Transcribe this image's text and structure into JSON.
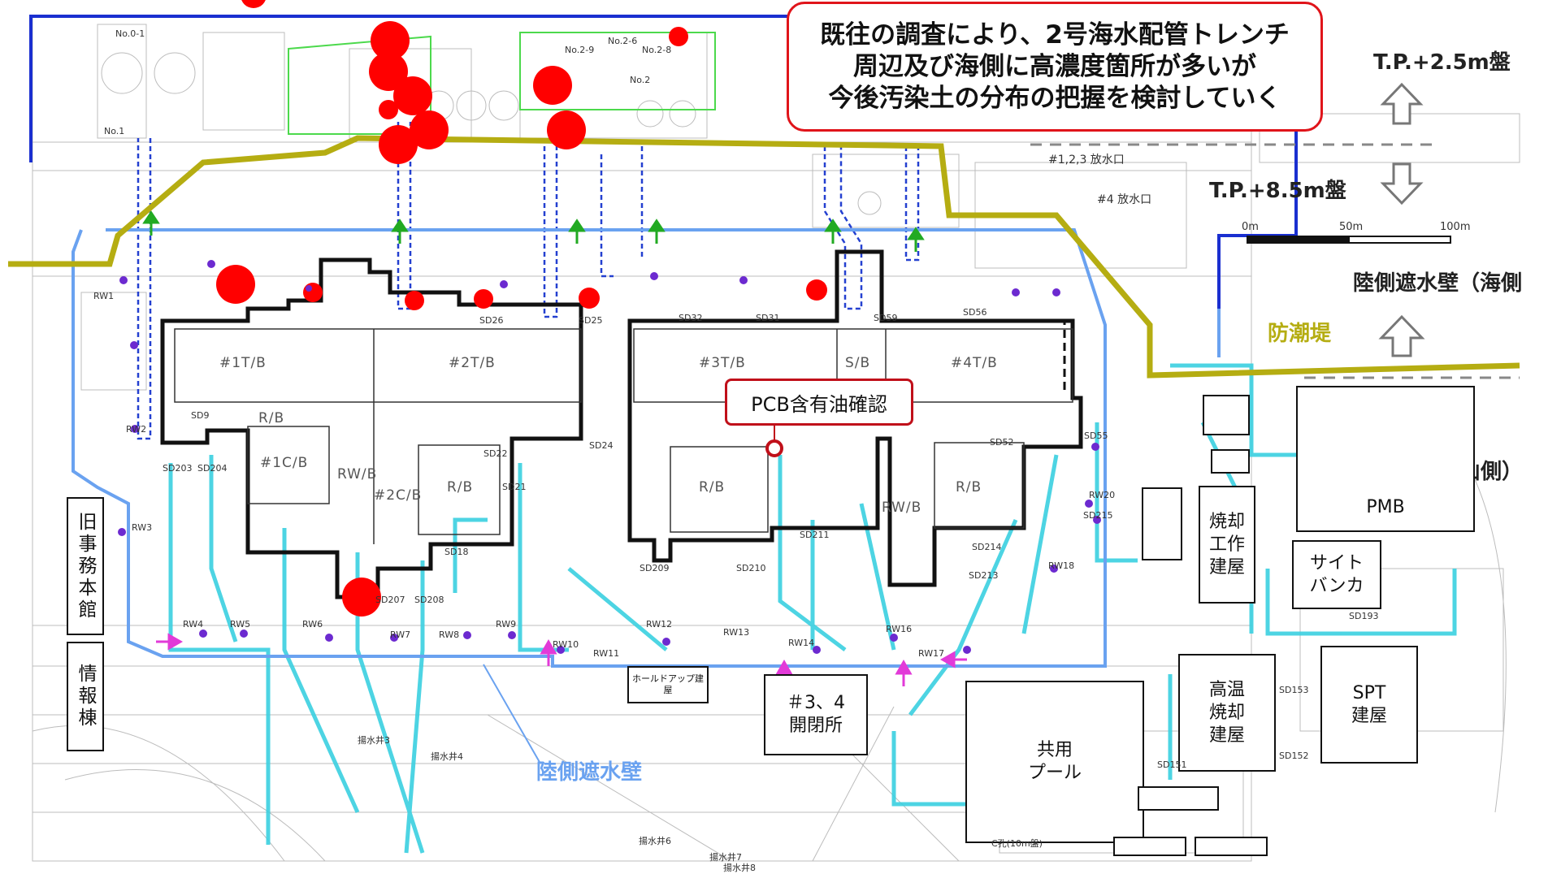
{
  "callout": {
    "line1": "既往の調査により、2号海水配管トレンチ",
    "line2": "周辺及び海側に高濃度箇所が多いが",
    "line3": "今後汚染土の分布の把握を検討していく"
  },
  "legend": {
    "tp_upper": "T.P.+2.5m盤",
    "tp_lower": "T.P.+8.5m盤",
    "scale_0": "0m",
    "scale_50": "50m",
    "scale_100": "100m",
    "wall_sea": "陸側遮水壁（海側",
    "seawall": "防潮堤",
    "wall_mountain": "陸側遮水壁（山側）",
    "wall_land": "陸側遮水壁"
  },
  "pcb_label": "PCB含有油確認",
  "buildings": {
    "t1": "#1T/B",
    "t2": "#2T/B",
    "t3": "#3T/B",
    "sb": "S/B",
    "t4": "#4T/B",
    "c1": "#1C/B",
    "c2": "#2C/B",
    "rw": "RW/B",
    "rb2": "R/B",
    "rb3": "R/B",
    "rb4": "R/B",
    "rb1": "R/B",
    "rw4": "RW/B",
    "old_office": "旧事務本館",
    "info": "情報棟",
    "hold": "ホールドアップ建屋",
    "switch": "＃3、4\n開閉所",
    "pool": "共用\nプール",
    "incin_high": "高温\n焼却\n建屋",
    "spt": "SPT\n建屋",
    "incin": "焼却\n工作\n建屋",
    "site": "サイト\nバンカ",
    "pmb": "PMB"
  },
  "map_labels": {
    "sd26": "SD26",
    "sd25": "SD25",
    "sd32": "SD32",
    "sd31": "SD31",
    "sd59": "SD59",
    "sd56": "SD56",
    "sd22": "SD22",
    "sd21": "SD21",
    "sd24": "SD24",
    "sd9": "SD9",
    "sd203": "SD203",
    "sd204": "SD204",
    "sd18": "SD18",
    "sd211": "SD211",
    "sd214": "SD214",
    "sd213": "SD213",
    "sd52": "SD52",
    "sd55": "SD55",
    "sd215": "SD215",
    "sd207": "SD207",
    "sd208": "SD208",
    "sd209": "SD209",
    "sd210": "SD210",
    "sd153": "SD153",
    "sd152": "SD152",
    "sd151": "SD151",
    "sd193": "SD193",
    "rw4": "RW4",
    "rw5": "RW5",
    "rw6": "RW6",
    "rw7": "RW7",
    "rw8": "RW8",
    "rw9": "RW9",
    "rw10": "RW10",
    "rw11": "RW11",
    "rw12": "RW12",
    "rw13": "RW13",
    "rw14": "RW14",
    "rw16": "RW16",
    "rw17": "RW17",
    "rw18": "RW18",
    "rw20": "RW20",
    "rw3": "RW3",
    "rw2": "RW2",
    "rw1": "RW1",
    "outlet123": "#1,2,3 放水口",
    "outlet4": "#4 放水口",
    "pump3": "揚水井3",
    "pump4": "揚水井4",
    "pump6": "揚水井6",
    "pump7": "揚水井7",
    "pump8": "揚水井8",
    "no01": "No.0-1",
    "no1": "No.1",
    "no2": "No.2",
    "no26": "No.2-6",
    "no28": "No.2-8",
    "no29": "No.2-9",
    "c_hole": "C孔(10m盤)"
  },
  "colors": {
    "hotspot": "#ff0000",
    "landwall": "#6aa2f0",
    "seawall": "#b5ad12",
    "trench": "#3ad0e0",
    "blue_line": "#1a2fd0",
    "building_outline": "#111111",
    "arrow_green": "#22aa22",
    "arrow_magenta": "#e23ad8"
  }
}
